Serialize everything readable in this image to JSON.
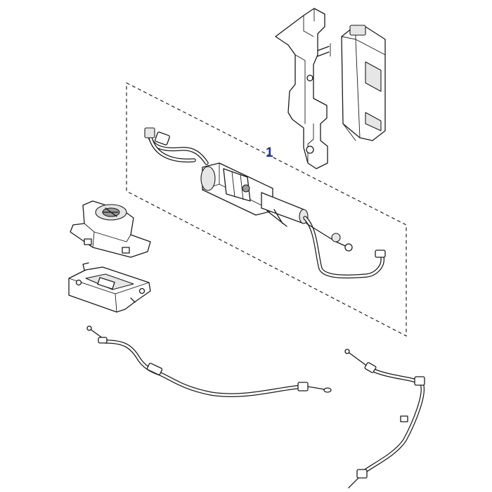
{
  "callouts": [
    {
      "label": "1",
      "color": "#1a2fa0"
    }
  ],
  "parts": [
    {
      "name": "mounting-bracket"
    },
    {
      "name": "control-module"
    },
    {
      "name": "actuator-assembly"
    },
    {
      "name": "release-handle-housing"
    },
    {
      "name": "handle-base-plate"
    },
    {
      "name": "left-cable"
    },
    {
      "name": "right-cable"
    }
  ],
  "line_color": "#1a1a1a",
  "background": "#ffffff"
}
